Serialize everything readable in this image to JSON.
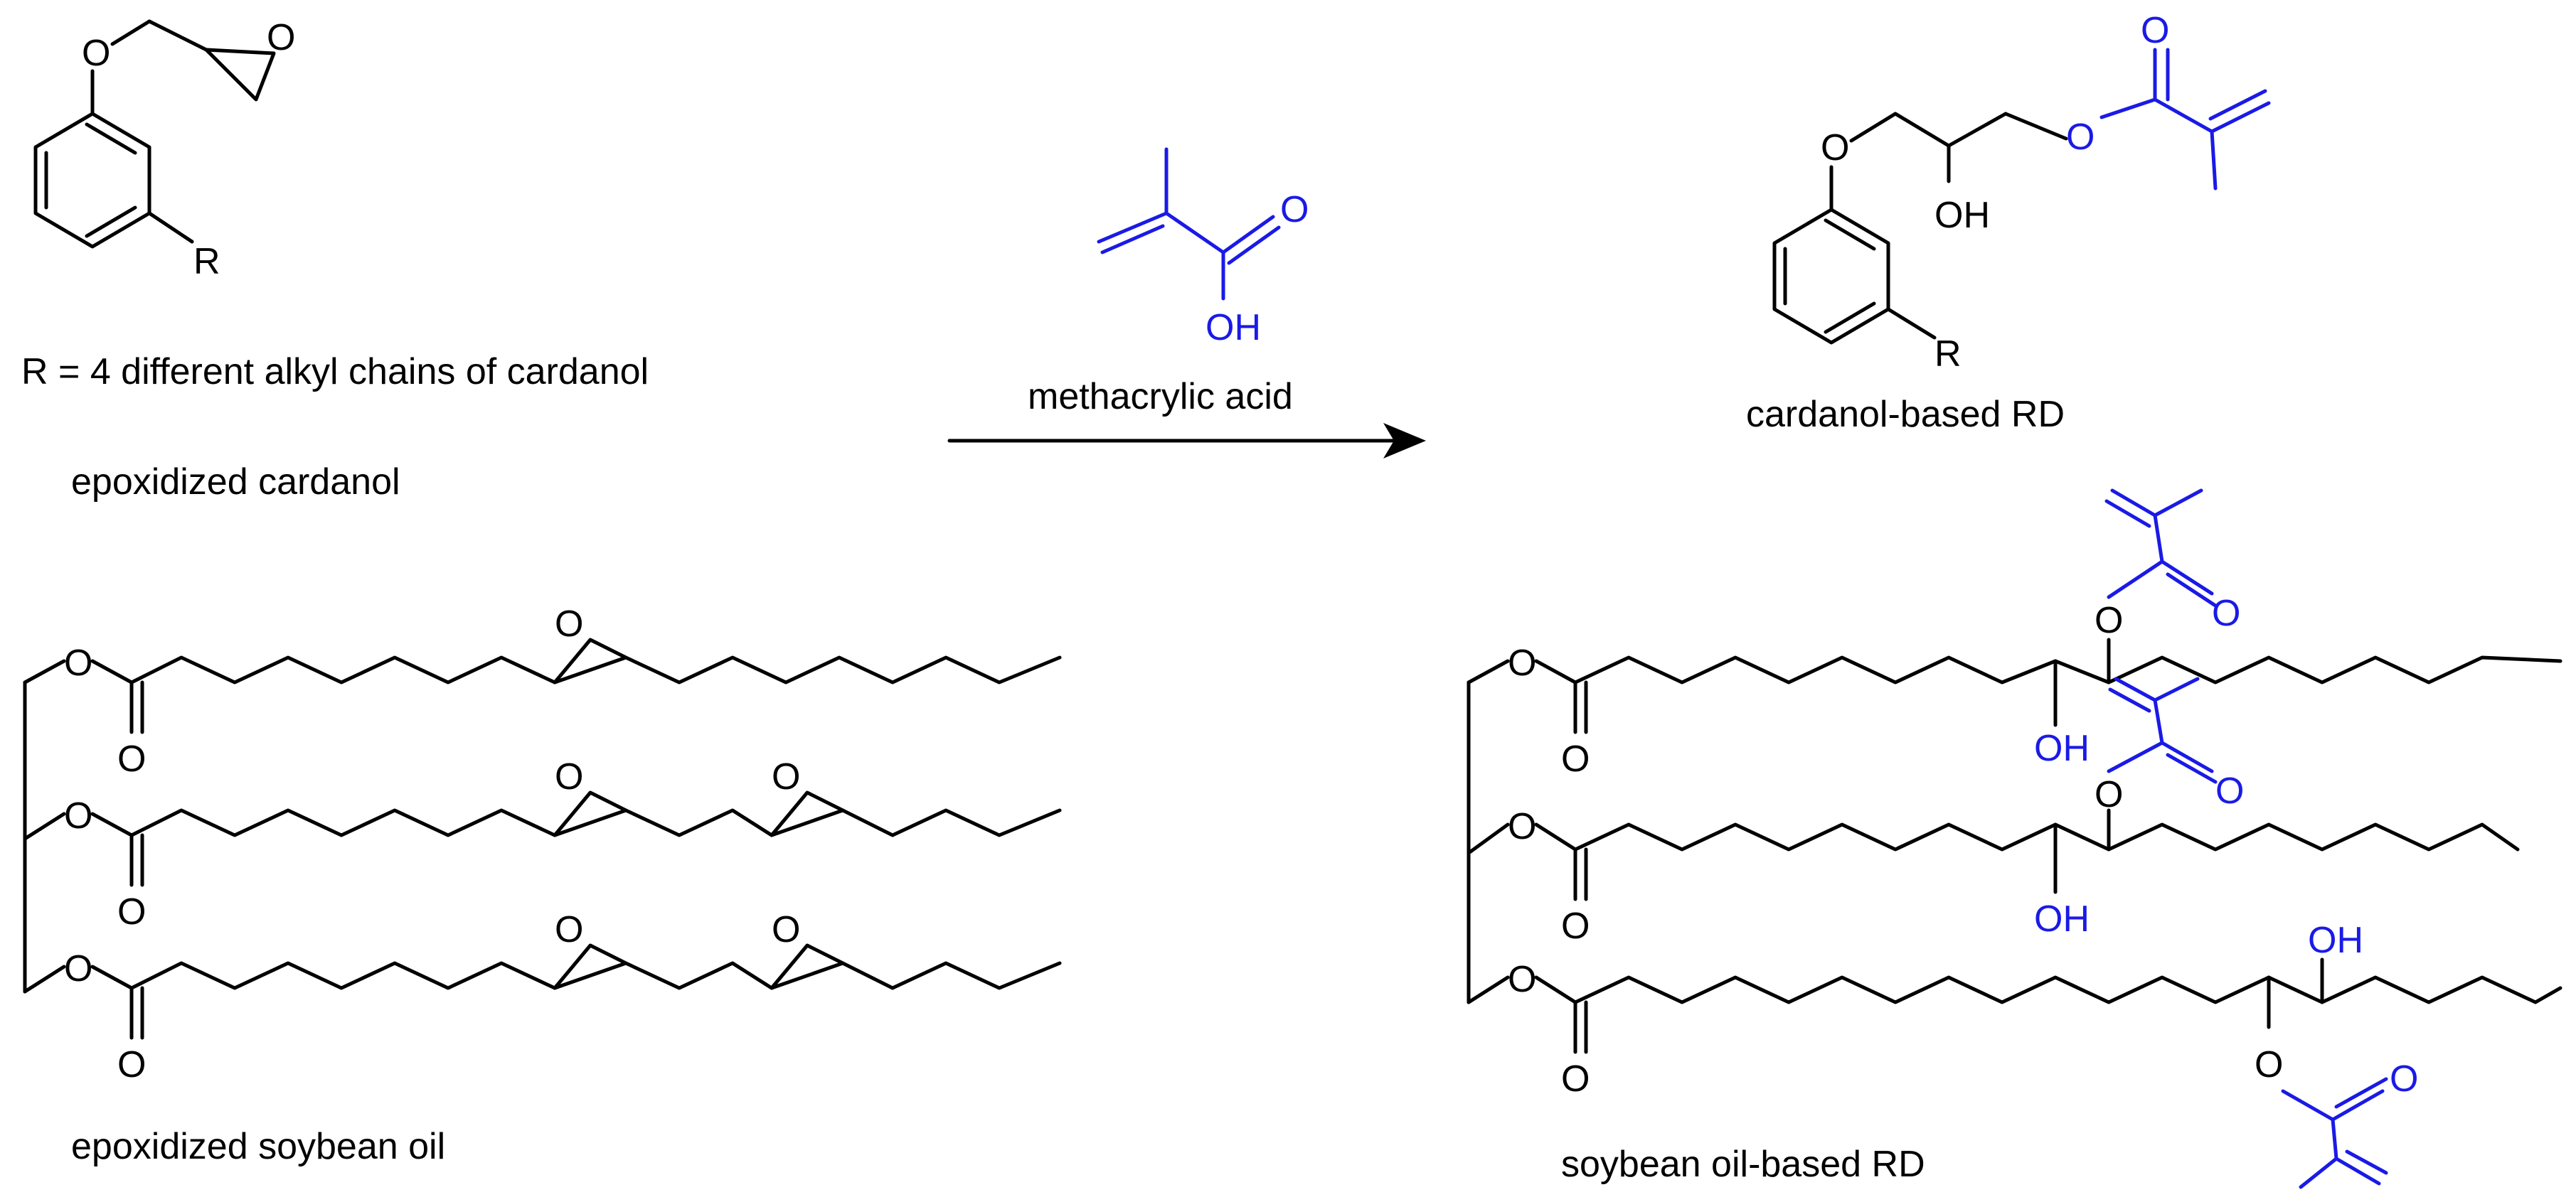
{
  "colors": {
    "reagent": "#1a1ae6",
    "structure": "#000000",
    "background": "#ffffff"
  },
  "labels": {
    "r_definition": "R = 4 different alkyl chains of cardanol",
    "epoxidized_cardanol": "epoxidized cardanol",
    "reagent_name": "methacrylic acid",
    "cardanol_product": "cardanol-based RD",
    "epoxidized_soybean_oil": "epoxidized soybean oil",
    "soybean_product": "soybean oil-based RD"
  },
  "atoms": {
    "oxygen": "O",
    "hydroxyl": "OH",
    "r_group": "R"
  }
}
